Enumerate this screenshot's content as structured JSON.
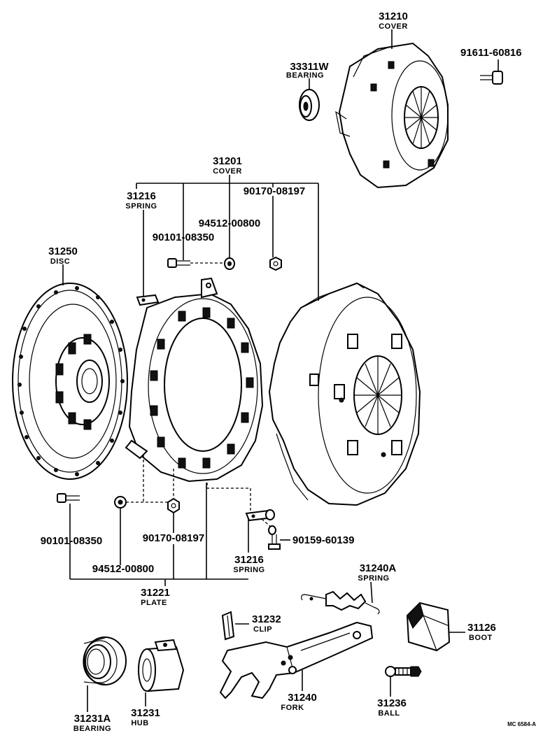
{
  "parts": {
    "cover_31210": {
      "number": "31210",
      "name": "COVER"
    },
    "bearing_33311w": {
      "number": "33311W",
      "name": "BEARING"
    },
    "bolt_91611": {
      "number": "91611-60816"
    },
    "cover_31201": {
      "number": "31201",
      "name": "COVER"
    },
    "spring_31216_top": {
      "number": "31216",
      "name": "SPRING"
    },
    "nut_90170_top": {
      "number": "90170-08197"
    },
    "washer_94512_top": {
      "number": "94512-00800"
    },
    "bolt_90101_top": {
      "number": "90101-08350"
    },
    "disc_31250": {
      "number": "31250",
      "name": "DISC"
    },
    "bolt_90101_bottom": {
      "number": "90101-08350"
    },
    "nut_90170_bottom": {
      "number": "90170-08197"
    },
    "screw_90159": {
      "number": "90159-60139"
    },
    "washer_94512_bottom": {
      "number": "94512-00800"
    },
    "spring_31216_bottom": {
      "number": "31216",
      "name": "SPRING"
    },
    "plate_31221": {
      "number": "31221",
      "name": "PLATE"
    },
    "spring_31240a": {
      "number": "31240A",
      "name": "SPRING"
    },
    "clip_31232": {
      "number": "31232",
      "name": "CLIP"
    },
    "boot_31126": {
      "number": "31126",
      "name": "BOOT"
    },
    "bearing_31231a": {
      "number": "31231A",
      "name": "BEARING"
    },
    "hub_31231": {
      "number": "31231",
      "name": "HUB"
    },
    "fork_31240": {
      "number": "31240",
      "name": "FORK"
    },
    "ball_31236": {
      "number": "31236",
      "name": "BALL"
    }
  },
  "diagram_code": "MC 6584-A"
}
